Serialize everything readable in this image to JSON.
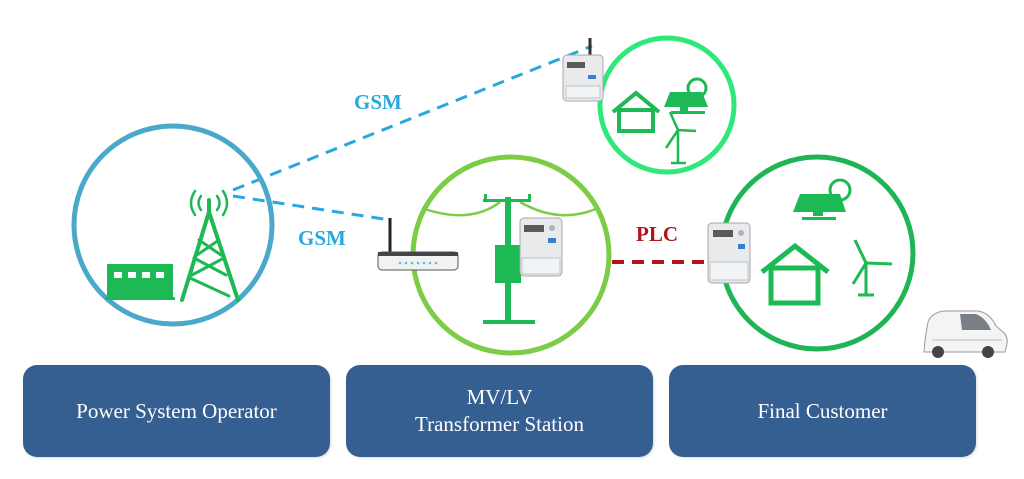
{
  "diagram": {
    "colors": {
      "operator_ring": "#4aa8c8",
      "transformer_ring": "#7ccc46",
      "prosumer_ring": "#2ee87a",
      "customer_ring": "#1fb555",
      "icon_green": "#1db954",
      "gsm_link": "#28a8e0",
      "plc_link": "#b3141b",
      "box_fill": "#365f91",
      "box_text": "#ffffff"
    },
    "links": [
      {
        "id": "gsm-upper",
        "label": "GSM",
        "type": "GSM",
        "from": "power-system-operator",
        "to": "prosumer-meter"
      },
      {
        "id": "gsm-lower",
        "label": "GSM",
        "type": "GSM",
        "from": "power-system-operator",
        "to": "transformer-router"
      },
      {
        "id": "plc",
        "label": "PLC",
        "type": "PLC",
        "from": "transformer-station",
        "to": "final-customer-meter"
      }
    ],
    "nodes": [
      {
        "id": "power-system-operator",
        "icons": [
          "control-building-icon",
          "radio-tower-icon"
        ]
      },
      {
        "id": "transformer-station",
        "icons": [
          "router-icon",
          "utility-pole-icon",
          "smart-meter-icon"
        ]
      },
      {
        "id": "prosumer",
        "icons": [
          "smart-meter-icon",
          "house-icon",
          "solar-panel-icon",
          "wind-turbine-icon"
        ]
      },
      {
        "id": "final-customer",
        "icons": [
          "smart-meter-icon",
          "house-icon",
          "solar-panel-icon",
          "wind-turbine-icon",
          "electric-van-icon"
        ]
      }
    ],
    "boxes": [
      {
        "lines": [
          "Power System Operator"
        ]
      },
      {
        "lines": [
          "MV/LV",
          "Transformer Station"
        ]
      },
      {
        "lines": [
          "Final Customer"
        ]
      }
    ]
  }
}
